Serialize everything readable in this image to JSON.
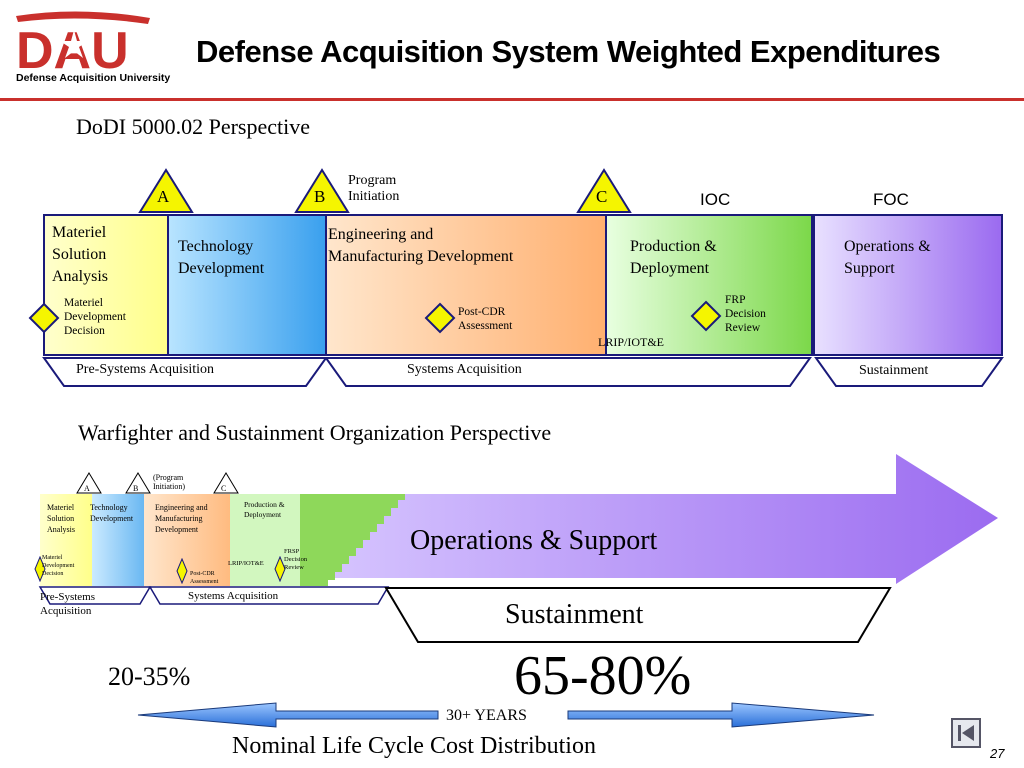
{
  "header": {
    "logo_text": "DAU",
    "logo_subtitle": "Defense Acquisition University",
    "title": "Defense Acquisition System Weighted Expenditures"
  },
  "top_diagram": {
    "heading": "DoDI 5000.02 Perspective",
    "milestones": {
      "a": "A",
      "b": "B",
      "c": "C"
    },
    "program_initiation": [
      "Program",
      "Initiation"
    ],
    "ioc": "IOC",
    "foc": "FOC",
    "phases": {
      "msa": [
        "Materiel",
        "Solution",
        "Analysis"
      ],
      "td": [
        "Technology",
        "Development"
      ],
      "emd": [
        "Engineering and",
        "Manufacturing Development"
      ],
      "pd": [
        "Production &",
        "Deployment"
      ],
      "os": [
        "Operations &",
        "Support"
      ]
    },
    "decisions": {
      "mdd": [
        "Materiel",
        "Development",
        "Decision"
      ],
      "post_cdr": [
        "Post-CDR",
        "Assessment"
      ],
      "lrip": "LRIP/IOT&E",
      "frp": [
        "FRP",
        "Decision",
        "Review"
      ]
    },
    "brackets": {
      "pre": "Pre-Systems Acquisition",
      "sys": "Systems Acquisition",
      "sust": "Sustainment"
    }
  },
  "bottom_diagram": {
    "heading": "Warfighter and Sustainment Organization Perspective",
    "milestones": {
      "a": "A",
      "b": "B",
      "c": "C"
    },
    "program_initiation": [
      "(Program",
      "Initiation)"
    ],
    "phases": {
      "msa": [
        "Materiel",
        "Solution",
        "Analysis"
      ],
      "td": [
        "Technology",
        "Development"
      ],
      "emd": [
        "Engineering and",
        "Manufacturing",
        "Development"
      ],
      "pd": [
        "Production &",
        "Deployment"
      ]
    },
    "decisions": {
      "mdd": [
        "Materiel",
        "Development",
        "Decision"
      ],
      "post_cdr": [
        "Post-CDR",
        "Assessment"
      ],
      "lrip": "LRIP/IOT&E",
      "frp": [
        "FRSP",
        "Decision",
        "Review"
      ]
    },
    "operations_label": "Operations & Support",
    "brackets": {
      "pre": [
        "Pre-Systems",
        "Acquisition"
      ],
      "sys": "Systems Acquisition",
      "sust": "Sustainment"
    }
  },
  "cost": {
    "acquisition_share": "20-35%",
    "sustainment_share": "65-80%",
    "timeline_label": "30+ YEARS",
    "caption": "Nominal Life Cycle Cost Distribution"
  },
  "footer": {
    "page_number": "27"
  },
  "colors": {
    "dau_red": "#c9302c",
    "milestone_yellow": "#f5f500",
    "msa_fill": "#ffff99",
    "td_fill": "#4aa8f0",
    "emd_fill": "#ffb070",
    "pd_fill": "#7cd84a",
    "os_fill": "#9b6bf0",
    "arrow_blue": "#2a6fd8"
  }
}
